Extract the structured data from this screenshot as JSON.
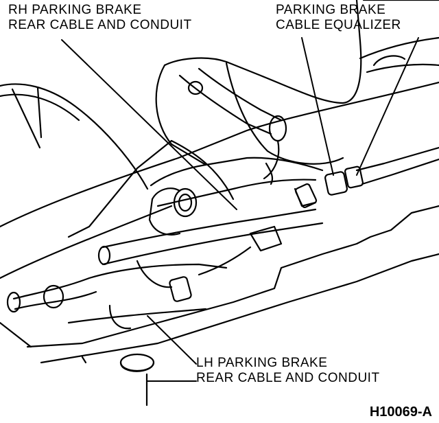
{
  "labels": {
    "rh_cable": {
      "line1": "RH PARKING BRAKE",
      "line2": "REAR CABLE AND CONDUIT"
    },
    "equalizer": {
      "line1": "PARKING BRAKE",
      "line2": "CABLE EQUALIZER"
    },
    "lh_cable": {
      "line1": "LH PARKING BRAKE",
      "line2": "REAR CABLE AND CONDUIT"
    },
    "figure_id": "H10069-A"
  },
  "colors": {
    "ink": "#000000",
    "paper": "#ffffff"
  }
}
